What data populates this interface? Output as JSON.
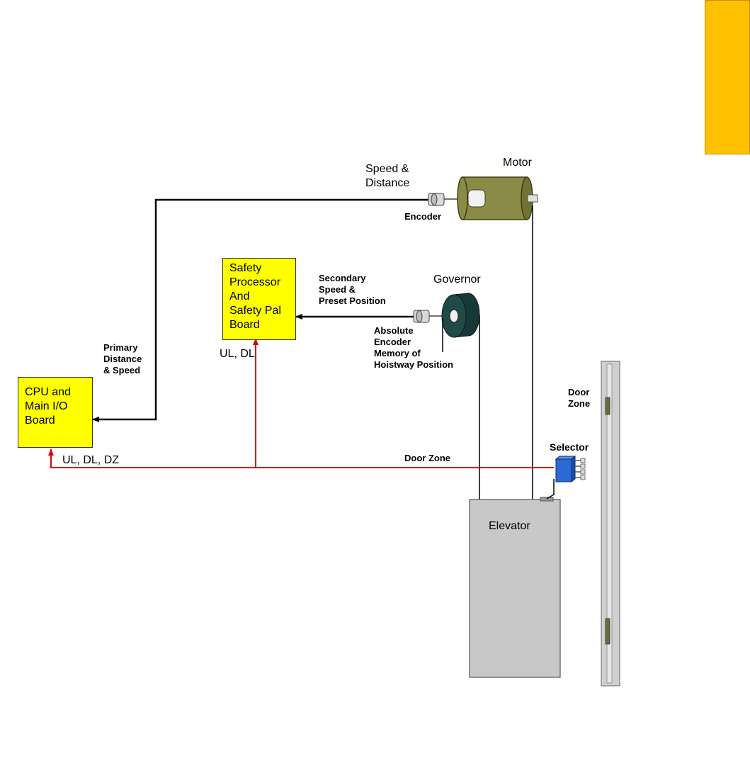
{
  "colors": {
    "accent_tab": "#ffc000",
    "board": "#ffff00",
    "signal_line": "#e00000",
    "motor": "#8b8b48",
    "governor": "#1f4a48",
    "elevator": "#c8c8c8",
    "selector": "#1f6fd0"
  },
  "boards": {
    "cpu": "CPU and\nMain I/O\nBoard",
    "safety": "Safety\nProcessor\nAnd\nSafety Pal\nBoard"
  },
  "labels": {
    "motor": "Motor",
    "speed_distance": "Speed &\nDistance",
    "encoder": "Encoder",
    "governor": "Governor",
    "secondary": "Secondary\nSpeed &\nPreset Position",
    "absolute_encoder": "Absolute\nEncoder\nMemory of\nHoistway Position",
    "primary": "Primary\nDistance\n& Speed",
    "ul_dl": "UL, DL",
    "ul_dl_dz": "UL, DL, DZ",
    "door_zone_line": "Door Zone",
    "selector": "Selector",
    "door_zone_rail": "Door\nZone",
    "elevator": "Elevator"
  }
}
